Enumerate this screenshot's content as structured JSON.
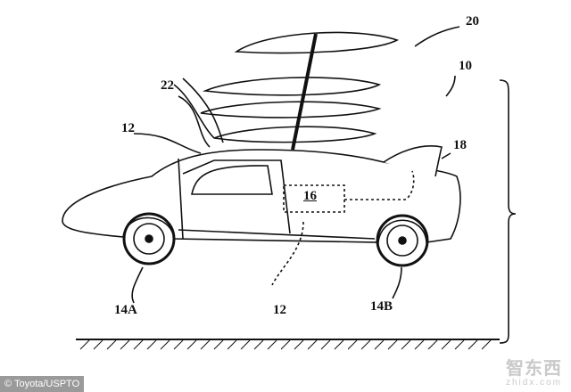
{
  "labels": {
    "ref_20": "20",
    "ref_10": "10",
    "ref_22": "22",
    "ref_12_top": "12",
    "ref_18": "18",
    "ref_16": "16",
    "ref_14A": "14A",
    "ref_12_bottom": "12",
    "ref_14B": "14B"
  },
  "caption": "© Toyota/USPTO",
  "watermark": {
    "chinese": "智东西",
    "url": "zhidx.com"
  }
}
